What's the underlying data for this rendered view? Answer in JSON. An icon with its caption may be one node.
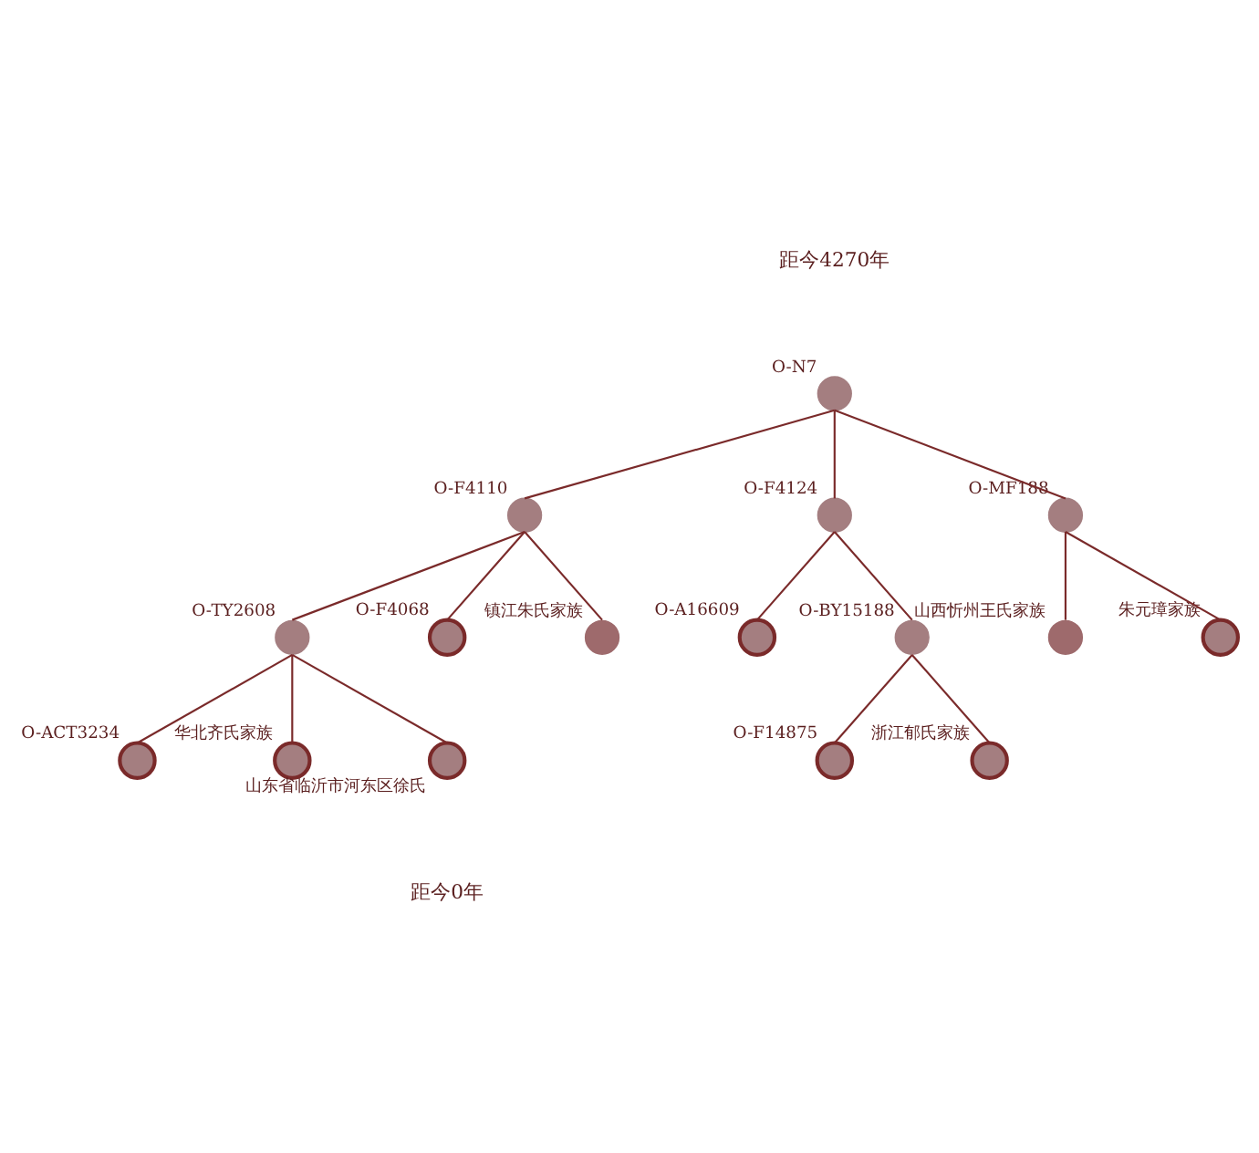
{
  "diagram": {
    "nodes": [
      {
        "text": [],
        "shape": "circle",
        "beside": [
          "O-N7"
        ]
      },
      {
        "text": [],
        "shape": "circle",
        "beside": [
          "O-F4110"
        ]
      },
      {
        "text": [],
        "shape": "circle",
        "beside": [
          "O-F4124"
        ]
      },
      {
        "text": [],
        "shape": "circle",
        "beside": [
          "O-TY2608"
        ]
      },
      {
        "text": [],
        "shape": "circle",
        "beside": [
          "O-ACT3234"
        ]
      },
      {
        "text": [],
        "shape": "circle",
        "beside": [
          "O-A16609"
        ]
      },
      {
        "text": [],
        "shape": "circle",
        "beside": [
          "O-BY15188"
        ]
      },
      {
        "text": [],
        "shape": "circle",
        "beside": [
          "O-F4068"
        ]
      },
      {
        "text": [],
        "shape": "circle",
        "beside": [
          "O-F14875"
        ]
      },
      {
        "text": [],
        "shape": "circle",
        "beside": [
          "O-MF188"
        ]
      },
      {
        "text": [],
        "shape": "circle",
        "beside": [
          "华北齐氏家族"
        ]
      },
      {
        "text": [],
        "shape": "circle",
        "beside": [
          "浙江郁氏家族"
        ]
      },
      {
        "text": [],
        "shape": "circle",
        "beside": [
          "山西忻州王氏家族"
        ]
      },
      {
        "text": [],
        "shape": "circle",
        "beside": [
          "朱元璋家族"
        ]
      },
      {
        "text": [],
        "shape": "circle",
        "beside": [
          "镇江朱氏家族"
        ]
      },
      {
        "text": [],
        "shape": "circle",
        "beside": [
          "山东省临沂市河东区徐氏"
        ]
      }
    ],
    "edges": [
      {
        "from": 0,
        "to": 1,
        "arrow": "none"
      },
      {
        "from": 0,
        "to": 2,
        "arrow": "none"
      },
      {
        "from": 0,
        "to": 9,
        "arrow": "none"
      },
      {
        "from": 1,
        "to": 3,
        "arrow": "none"
      },
      {
        "from": 1,
        "to": 7,
        "arrow": "none"
      },
      {
        "from": 1,
        "to": 14,
        "arrow": "none"
      },
      {
        "from": 3,
        "to": 4,
        "arrow": "none"
      },
      {
        "from": 3,
        "to": 10,
        "arrow": "none"
      },
      {
        "from": 3,
        "to": 15,
        "arrow": "none"
      },
      {
        "from": 2,
        "to": 5,
        "arrow": "none"
      },
      {
        "from": 2,
        "to": 6,
        "arrow": "none"
      },
      {
        "from": 6,
        "to": 8,
        "arrow": "none"
      },
      {
        "from": 6,
        "to": 11,
        "arrow": "none"
      },
      {
        "from": 9,
        "to": 12,
        "arrow": "none"
      },
      {
        "from": 9,
        "to": 13,
        "arrow": "none"
      }
    ],
    "labels": [
      "距今4270年",
      "距今0年"
    ]
  }
}
